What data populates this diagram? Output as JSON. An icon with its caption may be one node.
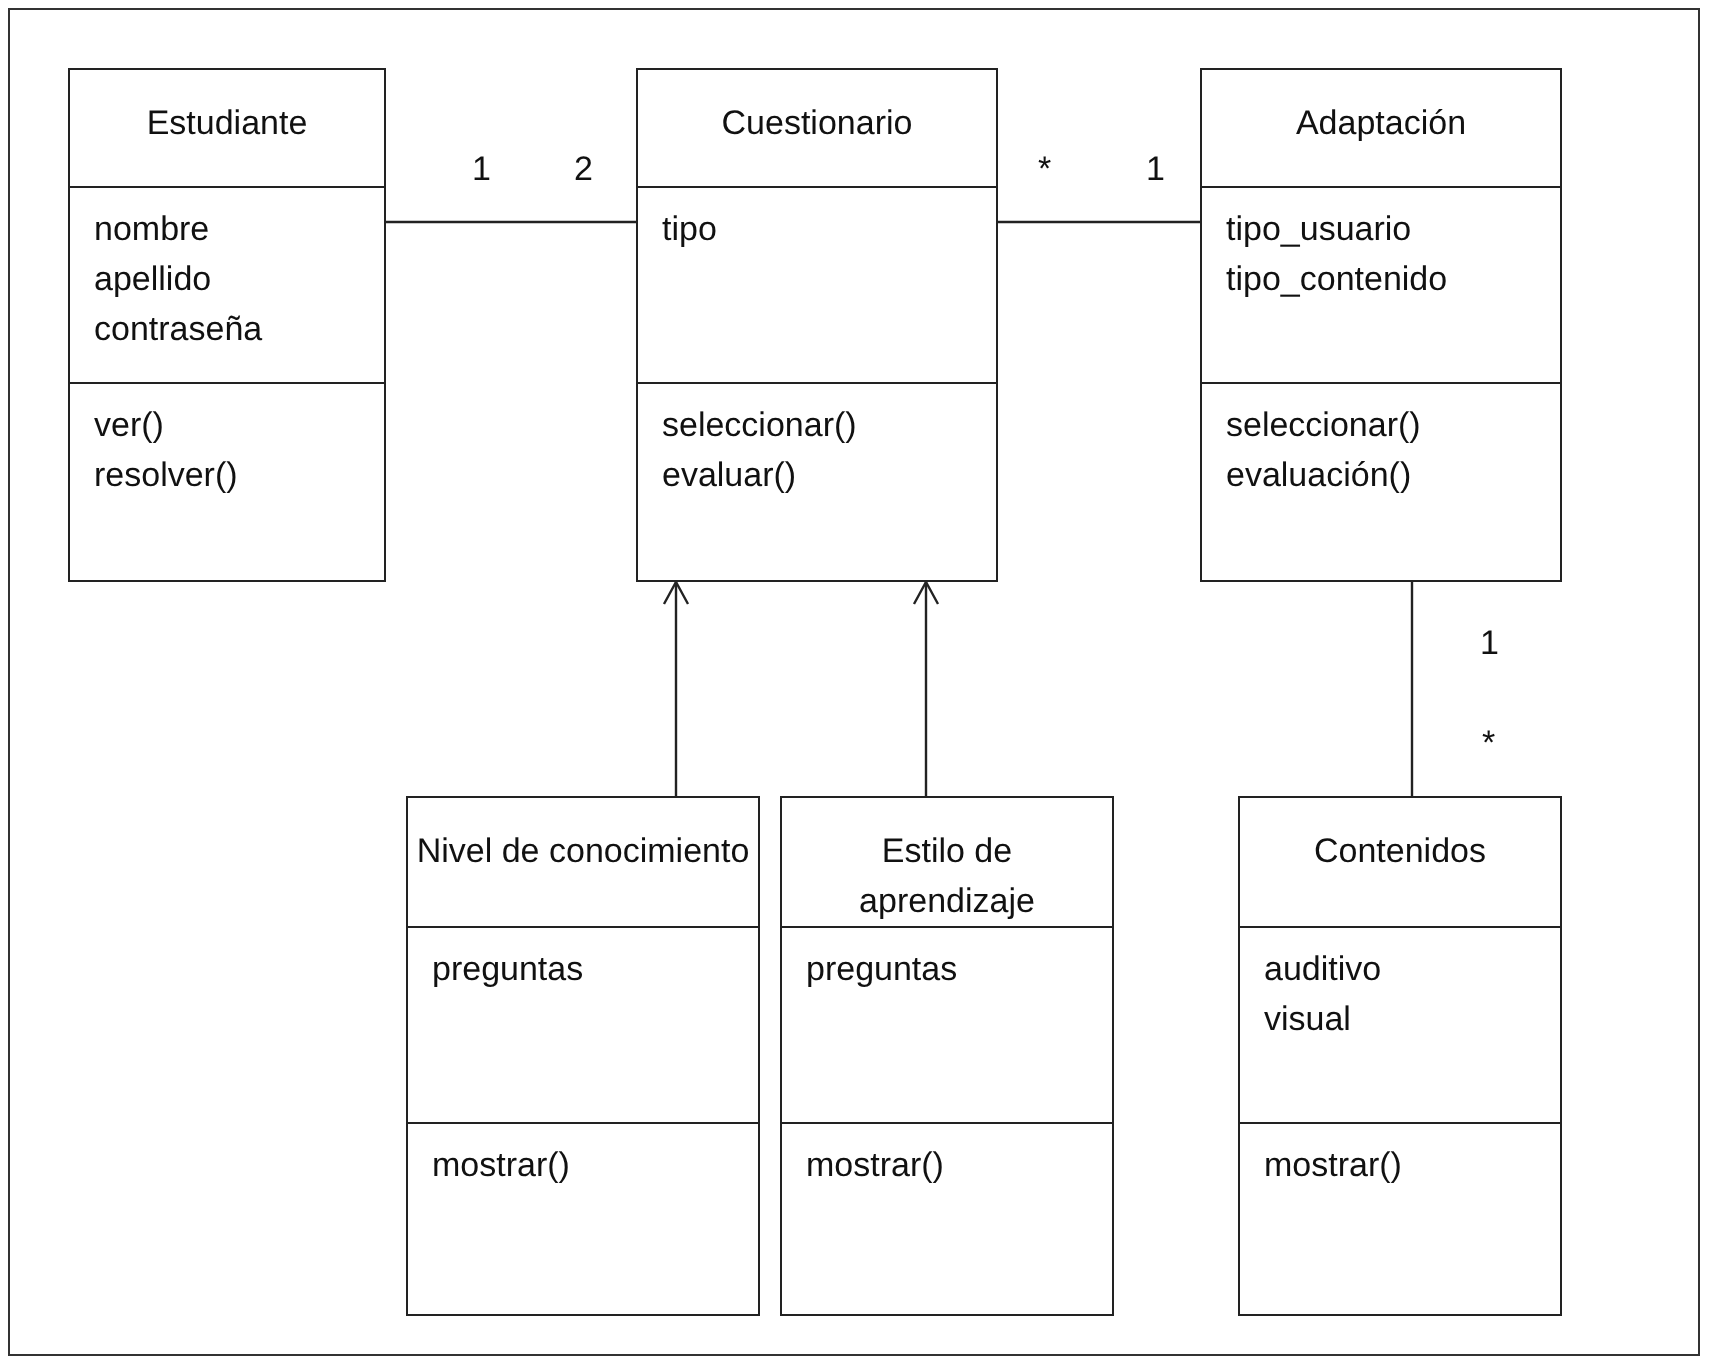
{
  "diagram": {
    "nodes": [
      {
        "text": [
          "Estudiante",
          "nombre apellido contraseña",
          "ver() resolver()"
        ]
      },
      {
        "text": [
          "Cuestionario",
          "tipo",
          "seleccionar() evaluar()"
        ]
      },
      {
        "text": [
          "Adaptación",
          "tipo_usuario tipo_contenido",
          "seleccionar() evaluación()"
        ]
      },
      {
        "text": [
          "Nivel de conocimiento",
          "preguntas",
          "mostrar()"
        ]
      },
      {
        "text": [
          "Estilo de aprendizaje",
          "preguntas",
          "mostrar()"
        ]
      },
      {
        "text": [
          "Contenidos",
          "auditivo visual",
          "mostrar()"
        ]
      }
    ],
    "edges": [
      {
        "from": 0,
        "to": 1,
        "arrow": "none"
      },
      {
        "from": 1,
        "to": 2,
        "arrow": "none"
      },
      {
        "from": 3,
        "to": 1,
        "arrow": "to"
      },
      {
        "from": 4,
        "to": 1,
        "arrow": "to"
      },
      {
        "from": 2,
        "to": 5,
        "arrow": "none"
      }
    ],
    "labels": [
      "1",
      "2",
      "*",
      "1",
      "1",
      "*"
    ]
  }
}
